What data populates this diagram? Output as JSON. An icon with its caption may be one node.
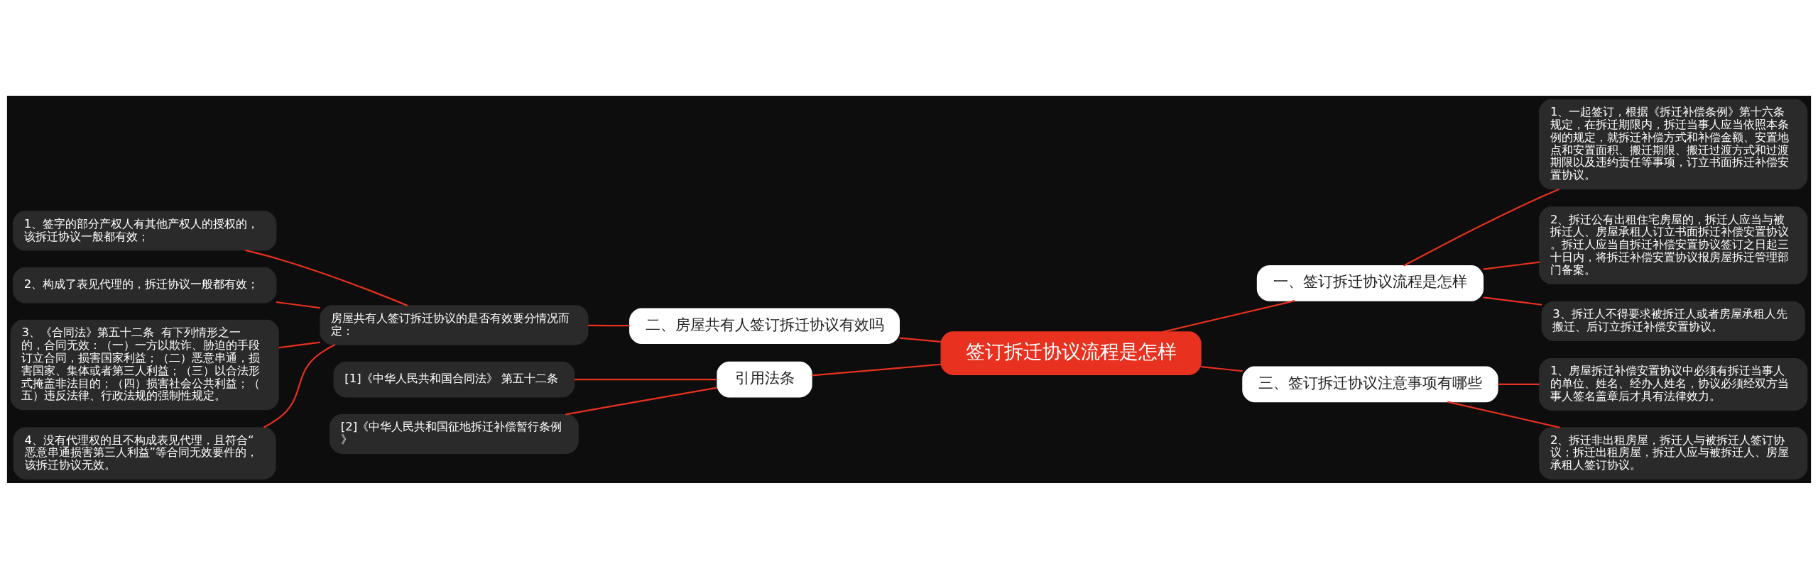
{
  "diagram": {
    "nodes": [
      {
        "text": [
          "签订拆迁协议流程是怎样"
        ]
      },
      {
        "text": [
          "一、签订拆迁协议流程是怎样"
        ]
      },
      {
        "text": [
          "1、一起签订，根据《拆迁补偿条例》第十六条规定，在拆迁期限内，拆迁当事人应当依照本条例的规定，就拆迁补偿方式和补偿金额、安置地点和安置面积、搬迁期限、搬迁过渡方式和过渡期限以及违约责任等事项，订立书面拆迁补偿安置协议。"
        ]
      },
      {
        "text": [
          "2、拆迁公有出租住宅房屋的，拆迁人应当与被拆迁人、房屋承租人订立书面拆迁补偿安置协议。拆迁人应当自拆迁补偿安置协议签订之日起三十日内，将拆迁补偿安置协议报房屋拆迁管理部门备案。"
        ]
      },
      {
        "text": [
          "3、拆迁人不得要求被拆迁人或者房屋承租人先搬迁、后订立拆迁补偿安置协议。"
        ]
      },
      {
        "text": [
          "二、房屋共有人签订拆迁协议有效吗"
        ]
      },
      {
        "text": [
          "房屋共有人签订拆迁协议的是否有效要分情况而定："
        ]
      },
      {
        "text": [
          "1、签字的部分产权人有其他产权人的授权的，该拆迁协议一般都有效；"
        ]
      },
      {
        "text": [
          "2、构成了表见代理的，拆迁协议一般都有效；"
        ]
      },
      {
        "text": [
          "3、《合同法》第五十二条  有下列情形之一的，合同无效：（一）一方以欺诈、胁迫的手段订立合同，损害国家利益；（二）恶意串通，损害国家、集体或者第三人利益；（三）以合法形式掩盖非法目的；（四）损害社会公共利益；（五）违反法律、行政法规的强制性规定。"
        ]
      },
      {
        "text": [
          "4、没有代理权的且不构成表见代理，且符合“恶意串通损害第三人利益”等合同无效要件的，该拆迁协议无效。"
        ]
      },
      {
        "text": [
          "三、签订拆迁协议注意事项有哪些"
        ]
      },
      {
        "text": [
          "1、房屋拆迁补偿安置协议中必须有拆迁当事人的单位、姓名、经办人姓名，协议必须经双方当事人签名盖章后才具有法律效力。"
        ]
      },
      {
        "text": [
          "2、拆迁非出租房屋，拆迁人与被拆迁人签订协议；拆迁出租房屋，拆迁人应与被拆迁人、房屋承租人签订协议。"
        ]
      },
      {
        "text": [
          "引用法条"
        ]
      },
      {
        "text": [
          "[1]《中华人民共和国合同法》 第五十二条"
        ]
      },
      {
        "text": [
          "[2]《中华人民共和国征地拆迁补偿暂行条例》"
        ]
      }
    ],
    "edges": [
      {
        "from": 0,
        "to": 1,
        "arrow": "none"
      },
      {
        "from": 1,
        "to": 2,
        "arrow": "none"
      },
      {
        "from": 1,
        "to": 3,
        "arrow": "none"
      },
      {
        "from": 1,
        "to": 4,
        "arrow": "none"
      },
      {
        "from": 0,
        "to": 5,
        "arrow": "none"
      },
      {
        "from": 5,
        "to": 6,
        "arrow": "none"
      },
      {
        "from": 6,
        "to": 7,
        "arrow": "none"
      },
      {
        "from": 6,
        "to": 8,
        "arrow": "none"
      },
      {
        "from": 6,
        "to": 9,
        "arrow": "none"
      },
      {
        "from": 6,
        "to": 10,
        "arrow": "none"
      },
      {
        "from": 0,
        "to": 11,
        "arrow": "none"
      },
      {
        "from": 11,
        "to": 12,
        "arrow": "none"
      },
      {
        "from": 11,
        "to": 13,
        "arrow": "none"
      },
      {
        "from": 0,
        "to": 14,
        "arrow": "none"
      },
      {
        "from": 14,
        "to": 15,
        "arrow": "none"
      },
      {
        "from": 14,
        "to": 16,
        "arrow": "none"
      }
    ]
  }
}
